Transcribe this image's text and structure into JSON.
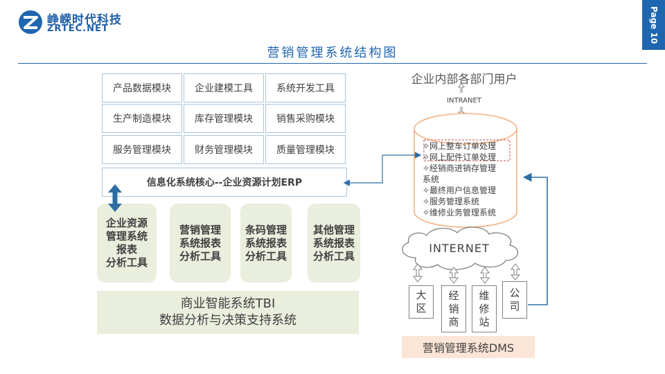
{
  "header": {
    "brand_cn": "峥嵘时代科技",
    "brand_en": "ZRTEC.NET",
    "page_label": "Page 10",
    "title": "营销管理系统结构图"
  },
  "modules": [
    "产品数据模块",
    "企业建模工具",
    "系统开发工具",
    "生产制造模块",
    "库存管理模块",
    "销售采购模块",
    "服务管理模块",
    "财务管理模块",
    "质量管理模块"
  ],
  "erp_core": "信息化系统核心--企业资源计划ERP",
  "report_tools": [
    "企业资源\n管理系统\n报表\n分析工具",
    "营销管理\n系统报表\n分析工具",
    "条码管理\n系统报表\n分析工具",
    "其他管理\n系统报表\n分析工具"
  ],
  "tbi": {
    "line1": "商业智能系统TBI",
    "line2": "数据分析与决策支持系统"
  },
  "right": {
    "users_title": "企业内部各部门用户",
    "intranet": "INTRANET",
    "db_items": [
      "✧网上整车订单处理",
      "✧网上配件订单处理",
      "✧经销商进销存管理",
      "系统",
      "✧最终用户信息管理",
      "✧服务管理系统",
      "✧维修业务管理系统"
    ],
    "internet": "INTERNET",
    "dms_boxes": [
      "大\n区",
      "经\n销\n商",
      "维\n修\n站",
      "公\n司"
    ],
    "dms_label": "营销管理系统DMS"
  },
  "colors": {
    "brand_blue": "#1f66b0",
    "grid_border": "#a9c4de",
    "tool_fill": "#e9eedd",
    "db_stroke": "#f4b183",
    "dms_fill": "#fbe5d6",
    "connector": "#2e6da4"
  }
}
